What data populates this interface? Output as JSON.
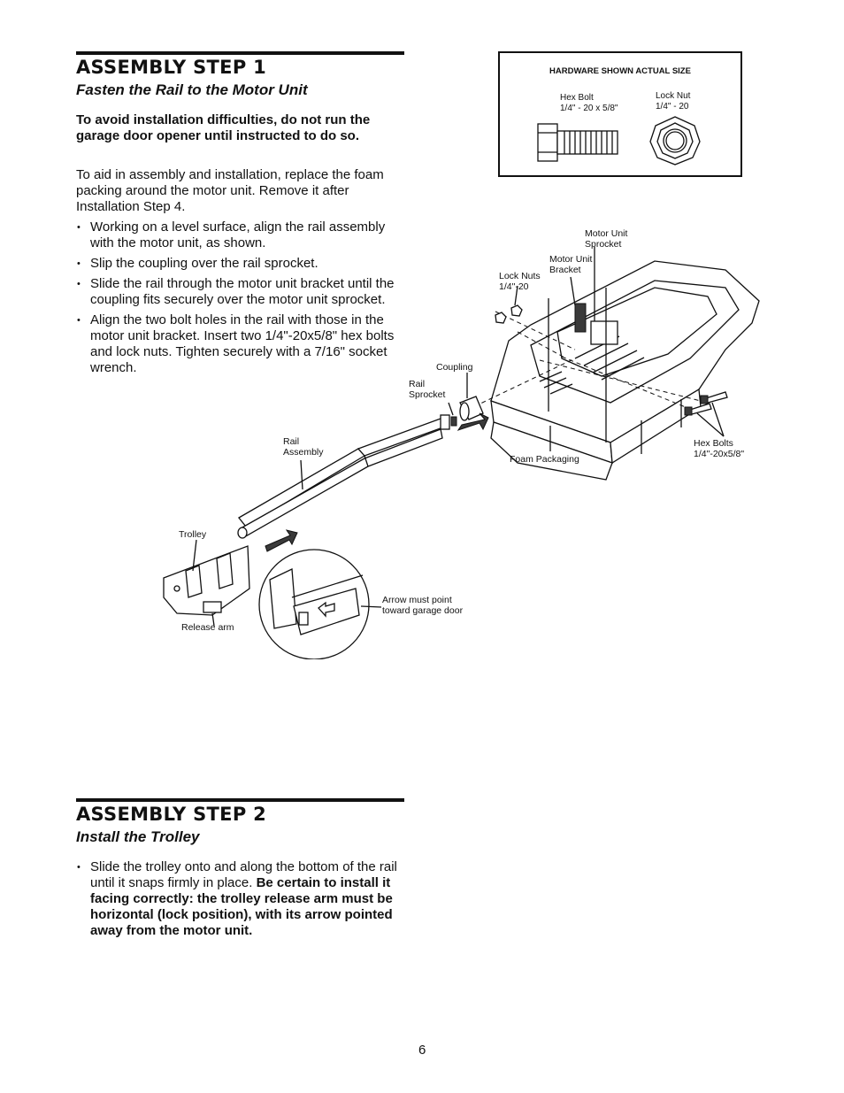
{
  "step1": {
    "title": "ASSEMBLY STEP 1",
    "subtitle": "Fasten the Rail to the Motor Unit",
    "warning": "To avoid installation difficulties, do not run the garage door opener until instructed to do so.",
    "intro": "To aid in assembly and installation, replace the foam packing around the motor unit. Remove it after Installation Step 4.",
    "bullets": [
      "Working on a level surface, align the rail assembly with the motor unit, as shown.",
      "Slip the coupling over the rail sprocket.",
      "Slide the rail through the motor unit bracket until the coupling fits securely over the motor unit sprocket.",
      "Align the two bolt holes in the rail with those in the motor unit bracket. Insert two 1/4\"-20x5/8\" hex bolts and lock nuts. Tighten securely with a 7/16\" socket wrench."
    ]
  },
  "hardware": {
    "title": "HARDWARE SHOWN ACTUAL SIZE",
    "hex_bolt": {
      "name": "Hex Bolt",
      "size": "1/4\" - 20 x 5/8\""
    },
    "lock_nut": {
      "name": "Lock Nut",
      "size": "1/4\" - 20"
    }
  },
  "diagram_labels": {
    "motor_unit_sprocket": [
      "Motor Unit",
      "Sprocket"
    ],
    "motor_unit_bracket": [
      "Motor Unit",
      "Bracket"
    ],
    "lock_nuts": [
      "Lock Nuts",
      "1/4\"-20"
    ],
    "coupling": "Coupling",
    "rail_sprocket": [
      "Rail",
      "Sprocket"
    ],
    "rail_assembly": [
      "Rail",
      "Assembly"
    ],
    "foam_packaging": "Foam Packaging",
    "hex_bolts": [
      "Hex Bolts",
      "1/4\"-20x5/8\""
    ],
    "trolley": "Trolley",
    "release_arm": "Release arm",
    "arrow_note": [
      "Arrow must point",
      "toward garage door"
    ]
  },
  "step2": {
    "title": "ASSEMBLY STEP 2",
    "subtitle": "Install the Trolley",
    "bullet_plain": "Slide the trolley onto and along the bottom of the rail until it snaps firmly in place. ",
    "bullet_bold": "Be certain to install it facing correctly: the trolley release arm must be horizontal (lock position), with its arrow pointed away from the motor unit."
  },
  "page_number": "6"
}
